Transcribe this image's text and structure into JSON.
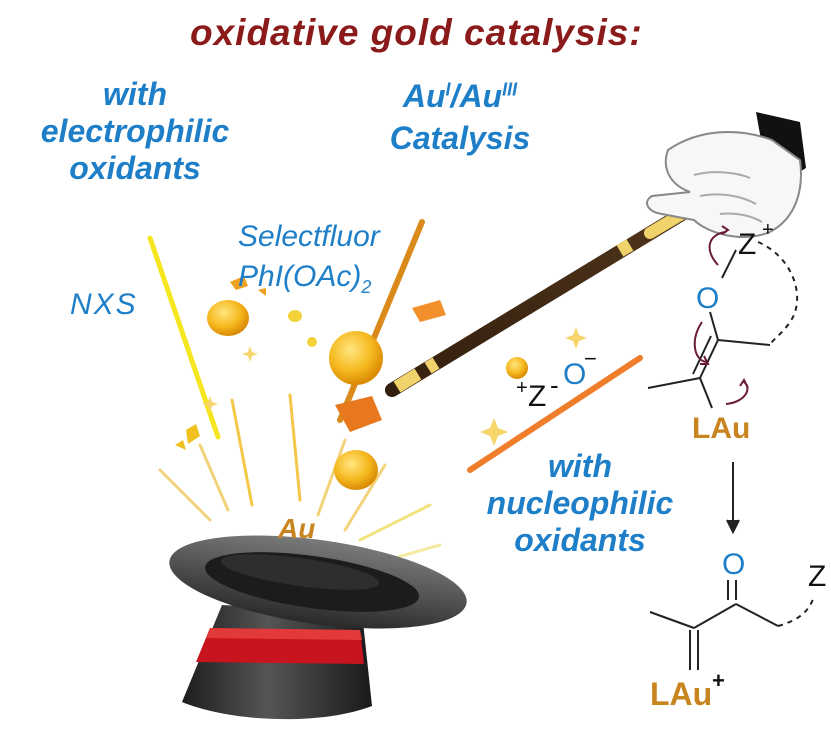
{
  "title": "oxidative gold catalysis:",
  "labels": {
    "electrophilic_1": "with",
    "electrophilic_2": "electrophilic",
    "electrophilic_3": "oxidants",
    "auau_base1": "Au",
    "auau_sup1": "I",
    "auau_slash": "/Au",
    "auau_sup2": "III",
    "auau_line2": "Catalysis",
    "reagent_1": "Selectfluor",
    "reagent_2_base": "PhI(OAc)",
    "reagent_2_sub": "2",
    "nxs": "NXS",
    "au_center": "Au",
    "nucleophilic_1": "with",
    "nucleophilic_2": "nucleophilic",
    "nucleophilic_3": "oxidants"
  },
  "chem": {
    "z_plus_z": "Z",
    "z_plus_charge": "+",
    "o_top": "O",
    "lau_mid": "LAu",
    "ylide_plus": "+",
    "ylide_z": "Z",
    "ylide_o": "O",
    "ylide_minus": "−",
    "o_bottom": "O",
    "z_bottom": "Z",
    "lau_bottom": "LAu",
    "lau_bottom_charge": "+"
  },
  "colors": {
    "title": "#8b1a1a",
    "blue": "#1e7fc8",
    "gold": "#c8841e",
    "black": "#111111"
  }
}
